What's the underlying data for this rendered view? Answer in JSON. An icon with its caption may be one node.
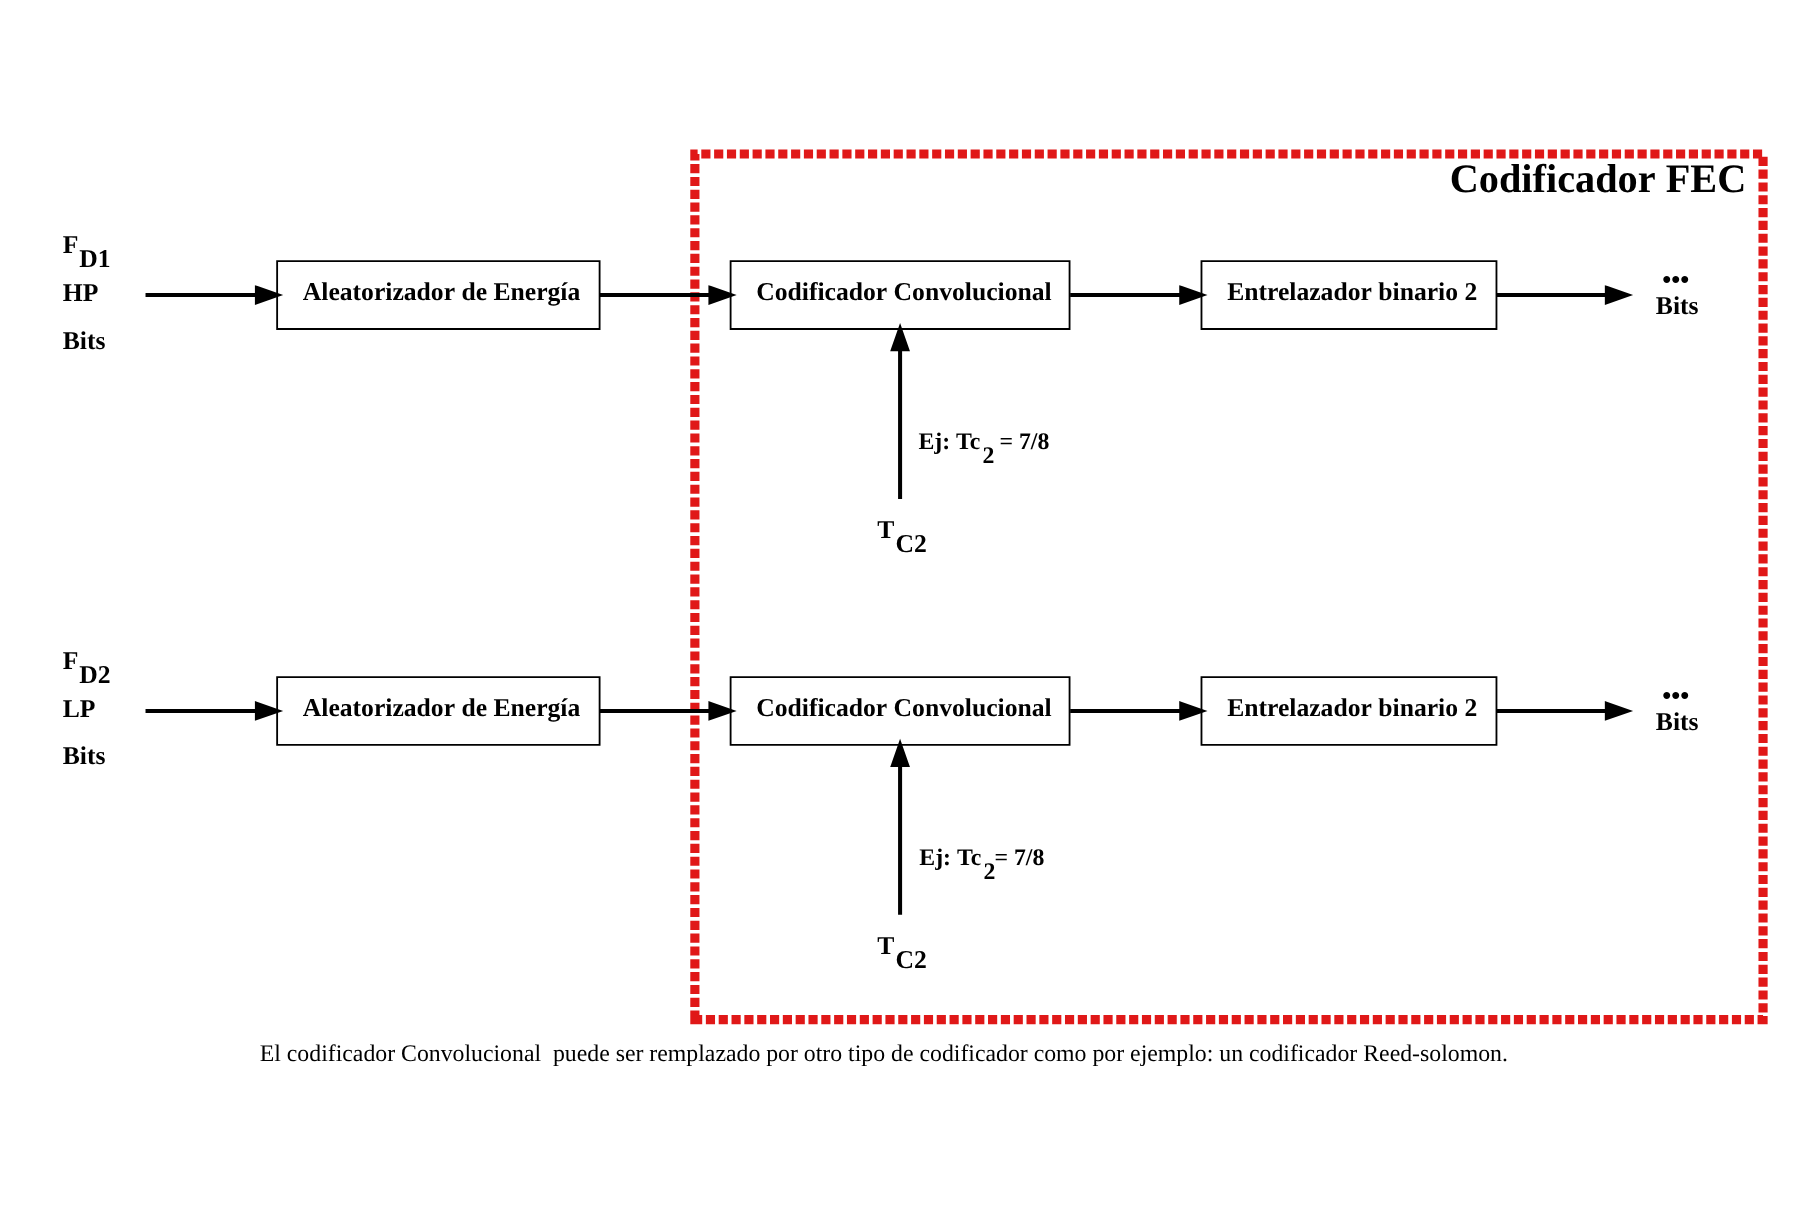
{
  "diagram": {
    "caption": "El codificador Convolucional  puede ser remplazado por otro tipo de codificador como por ejemplo: un codificador Reed-solomon.",
    "nodes": [
      {
        "text": [
          "Codificador FEC"
        ]
      },
      {
        "text": [
          "F$_{D1}$ HP Bits"
        ]
      },
      {
        "text": [
          "Aleatorizador de Energía"
        ]
      },
      {
        "text": [
          "Codificador Convolucional"
        ],
        "in": 0
      },
      {
        "text": [
          "Entrelazador binario 2"
        ],
        "in": 0
      },
      {
        "text": [
          "•••",
          "Bits"
        ],
        "in": 0
      },
      {
        "text": [
          "T$_{C2}$"
        ],
        "in": 0
      },
      {
        "text": [
          "F$_{D2}$ LP Bits"
        ]
      },
      {
        "text": [
          "Aleatorizador de Energía"
        ]
      },
      {
        "text": [
          "Codificador Convolucional"
        ],
        "in": 0
      },
      {
        "text": [
          "Entrelazador binario 2"
        ],
        "in": 0
      },
      {
        "text": [
          "•••",
          "Bits"
        ],
        "in": 0
      },
      {
        "text": [
          "T$_{C2}$"
        ],
        "in": 0
      }
    ],
    "edges": [
      {
        "from": 1,
        "to": 2,
        "arrow": "to"
      },
      {
        "from": 2,
        "to": 3,
        "arrow": "to"
      },
      {
        "from": 3,
        "to": 4,
        "arrow": "to"
      },
      {
        "from": 4,
        "to": 5,
        "arrow": "to"
      },
      {
        "from": 6,
        "to": 3,
        "arrow": "to",
        "label": "Ej: Tc$_{2}$ = 7/8"
      },
      {
        "from": 7,
        "to": 8,
        "arrow": "to"
      },
      {
        "from": 8,
        "to": 9,
        "arrow": "to"
      },
      {
        "from": 9,
        "to": 10,
        "arrow": "to"
      },
      {
        "from": 10,
        "to": 11,
        "arrow": "to"
      },
      {
        "from": 12,
        "to": 9,
        "arrow": "to",
        "label": "Ej: Tc$_{2}$= 7/8"
      }
    ]
  }
}
